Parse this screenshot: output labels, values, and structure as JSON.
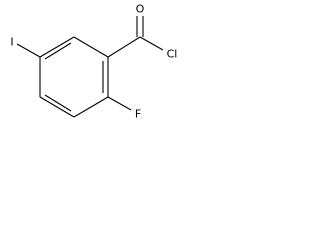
{
  "molecule": {
    "atoms": {
      "iodine": "I",
      "oxygen": "O",
      "chlorine": "Cl",
      "fluorine": "F"
    }
  }
}
